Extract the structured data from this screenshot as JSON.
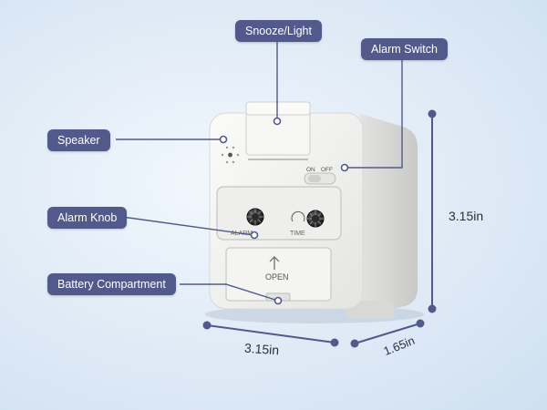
{
  "colors": {
    "callout_bg": "#515a8a",
    "leader_line": "#515a8a",
    "device_body": "#f3f3f1",
    "background": "#dfeaf6"
  },
  "callouts": {
    "snooze_light": "Snooze/Light",
    "alarm_switch": "Alarm Switch",
    "speaker": "Speaker",
    "alarm_knob": "Alarm Knob",
    "battery_compartment": "Battery Compartment"
  },
  "dimensions": {
    "height": "3.15in",
    "width": "3.15in",
    "depth": "1.65in"
  },
  "device_labels": {
    "switch_on": "ON",
    "switch_off": "OFF",
    "knob_left": "ALARM",
    "knob_right": "TIME",
    "battery_door": "OPEN"
  }
}
